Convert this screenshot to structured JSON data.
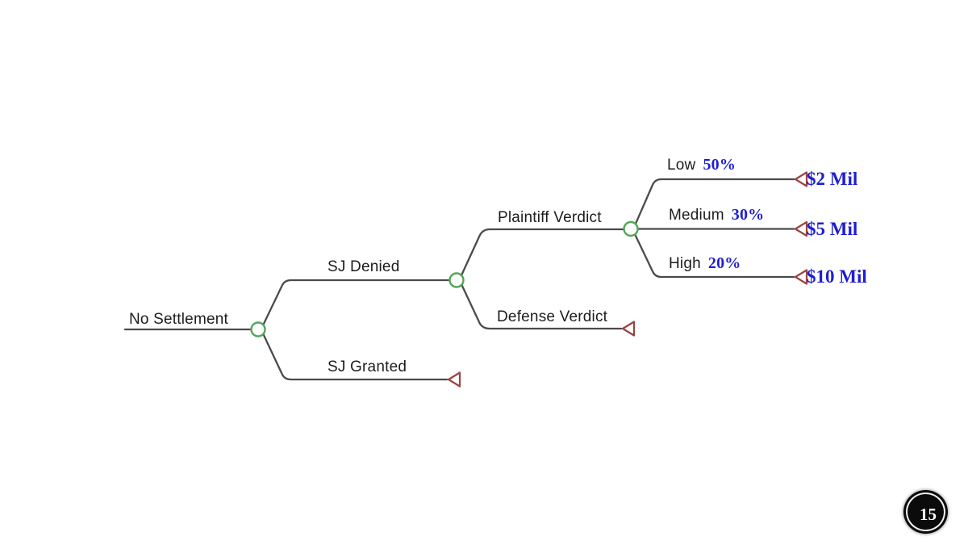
{
  "slide": {
    "page_number": "15"
  },
  "colors": {
    "line": "#4b4b4b",
    "chance_node": "#4fa857",
    "terminal_node": "#9b4242",
    "value": "#1e1ed2",
    "label": "#1d1d1d",
    "badge": "#0b0b0b",
    "background": "#ffffff"
  },
  "tree": {
    "type": "decision-tree",
    "root": {
      "label": "No Settlement",
      "node_type": "chance"
    },
    "branches": {
      "sj_denied": {
        "label": "SJ Denied",
        "node_type": "chance"
      },
      "sj_granted": {
        "label": "SJ Granted",
        "node_type": "terminal"
      },
      "plaintiff_verdict": {
        "label": "Plaintiff Verdict",
        "node_type": "chance"
      },
      "defense_verdict": {
        "label": "Defense Verdict",
        "node_type": "terminal"
      },
      "low": {
        "label": "Low",
        "probability": "50%",
        "payoff": "$2 Mil",
        "node_type": "terminal"
      },
      "medium": {
        "label": "Medium",
        "probability": "30%",
        "payoff": "$5 Mil",
        "node_type": "terminal"
      },
      "high": {
        "label": "High",
        "probability": "20%",
        "payoff": "$10 Mil",
        "node_type": "terminal"
      }
    }
  }
}
